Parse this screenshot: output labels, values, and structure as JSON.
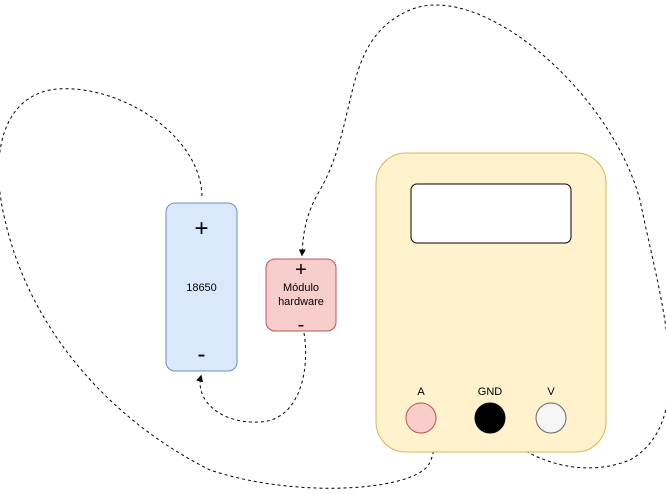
{
  "colors": {
    "battery_fill": "#dae8fc",
    "battery_stroke": "#6c8ebf",
    "module_fill": "#f8cecc",
    "module_stroke": "#b85450",
    "meter_fill": "#fff2cc",
    "meter_stroke": "#d6b656",
    "wire": "#000000"
  },
  "battery": {
    "label": "18650",
    "plus": "+",
    "minus": "-"
  },
  "module": {
    "label_line1": "Módulo",
    "label_line2": "hardware",
    "plus": "+",
    "minus": "-"
  },
  "multimeter": {
    "terminals": [
      {
        "label": "A",
        "fill": "#f8cecc",
        "stroke": "#b85450"
      },
      {
        "label": "GND",
        "fill": "#000000",
        "stroke": "#000000"
      },
      {
        "label": "V",
        "fill": "#f5f5f5",
        "stroke": "#666666"
      }
    ]
  }
}
